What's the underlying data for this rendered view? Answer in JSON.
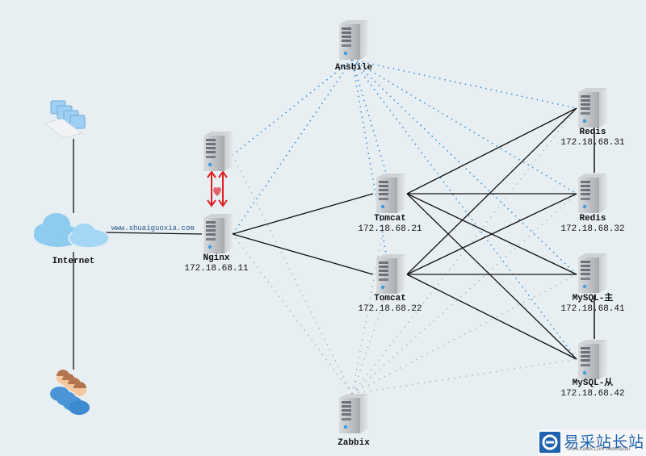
{
  "diagram": {
    "url_label": "www.shuaiguoxia.com",
    "nodes": {
      "clients": {
        "name": "",
        "ip": ""
      },
      "internet": {
        "name": "Internet",
        "ip": ""
      },
      "users": {
        "name": "",
        "ip": ""
      },
      "nginx_backup": {
        "name": "",
        "ip": ""
      },
      "nginx": {
        "name": "Nginx",
        "ip": "172.18.68.11"
      },
      "ansible": {
        "name": "Ansbile",
        "ip": ""
      },
      "tomcat1": {
        "name": "Tomcat",
        "ip": "172.18.68.21"
      },
      "tomcat2": {
        "name": "Tomcat",
        "ip": "172.18.68.22"
      },
      "redis1": {
        "name": "Redis",
        "ip": "172.18.68.31"
      },
      "redis2": {
        "name": "Redis",
        "ip": "172.18.68.32"
      },
      "mysql_master": {
        "name": "MySQL-主",
        "ip": "172.18.68.41"
      },
      "mysql_slave": {
        "name": "MySQL-从",
        "ip": "172.18.68.42"
      },
      "zabbix": {
        "name": "Zabbix",
        "ip": ""
      }
    },
    "colors": {
      "solid_link": "#111111",
      "ansible_link": "#3a8fd6",
      "zabbix_link": "#a9b4ba",
      "heartbeat": "#e02020",
      "cloud": "#8fcbef",
      "brand": "#1f63b0"
    }
  },
  "watermark": {
    "title": "易采站长站",
    "subtitle": "Www.Easck.Com Webmaster"
  }
}
